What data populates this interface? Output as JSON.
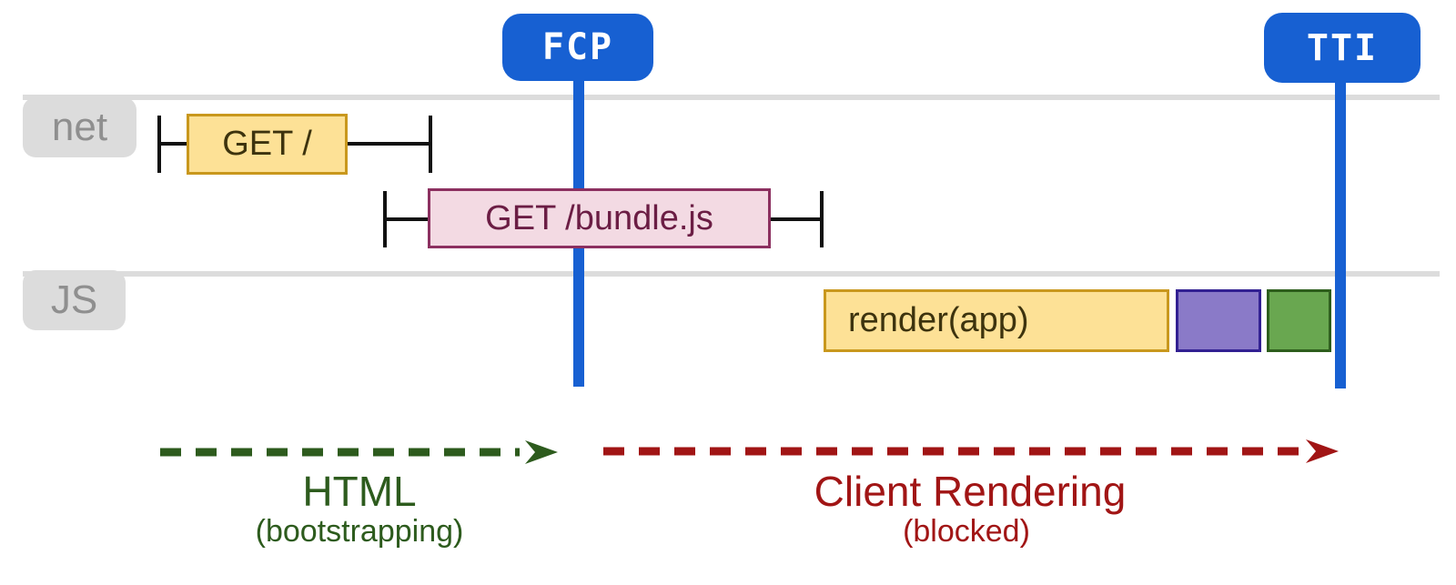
{
  "diagram": "client-side-rendering-performance-timeline",
  "markers": {
    "fcp": {
      "label": "FCP"
    },
    "tti": {
      "label": "TTI"
    }
  },
  "lanes": {
    "net": {
      "label": "net"
    },
    "js": {
      "label": "JS"
    }
  },
  "events": {
    "get_root": {
      "label": "GET /"
    },
    "get_bundle": {
      "label": "GET /bundle.js"
    },
    "render_app": {
      "label": "render(app)"
    },
    "purple_task": {
      "name": "js-task-block-purple"
    },
    "green_task": {
      "name": "js-task-block-green"
    }
  },
  "phases": {
    "html": {
      "label": "HTML",
      "sublabel": "(bootstrapping)"
    },
    "client_rendering": {
      "label": "Client Rendering",
      "sublabel": "(blocked)"
    }
  },
  "colors": {
    "marker_blue": "#1760d2",
    "lane_gray": "#dcdcdc",
    "lane_label_text": "#8f8f8f",
    "yellow_fill": "#fde196",
    "yellow_border": "#c9981d",
    "pink_fill": "#f3dae3",
    "pink_border": "#8c3060",
    "purple_fill": "#8a7ac8",
    "purple_border": "#322092",
    "green_fill": "#69a750",
    "green_border": "#2d5e1c",
    "arrow_green": "#2d5b1d",
    "arrow_red": "#a11515"
  }
}
